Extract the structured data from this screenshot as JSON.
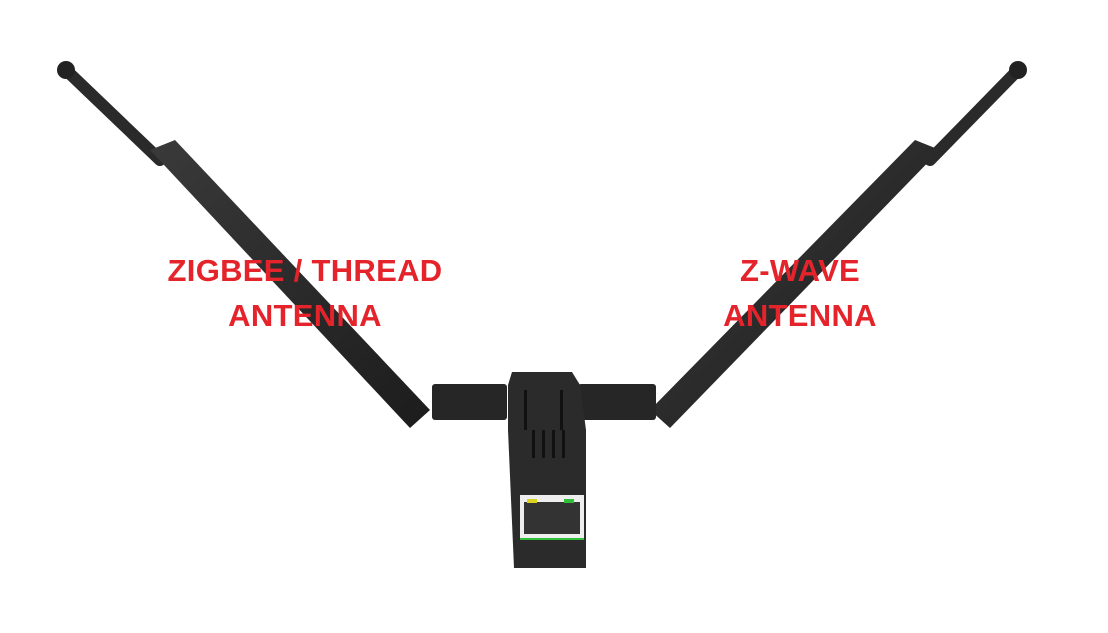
{
  "labels": {
    "left": {
      "line1": "ZIGBEE / THREAD",
      "line2": "ANTENNA"
    },
    "right": {
      "line1": "Z-WAVE",
      "line2": "ANTENNA"
    }
  },
  "colors": {
    "label": "#e4232b",
    "device": "#2b2b2b",
    "led_left": "#d9d21e",
    "led_right": "#2fbf3a"
  }
}
